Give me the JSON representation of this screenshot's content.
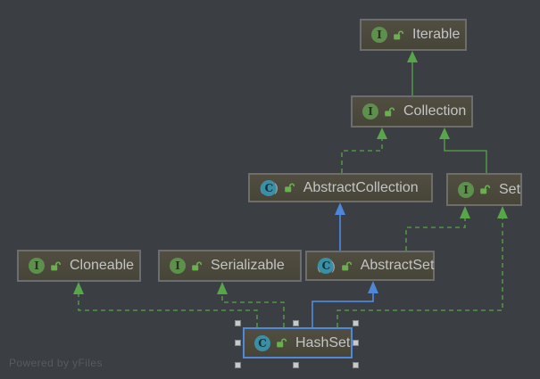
{
  "watermark": "Powered by yFiles",
  "colors": {
    "background": "#3b3e42",
    "node_fill": "#4c4a3e",
    "node_border": "#6d6d6d",
    "node_text": "#c2c4c6",
    "selection_border": "#4f8ada",
    "extends_green": "#57a64a",
    "extends_blue": "#4e86d8",
    "interface_icon_bg": "#5d8f4d",
    "class_icon_bg": "#3a8fa5",
    "watermark_text": "#565b5f"
  },
  "icons": {
    "interface_letter": "I",
    "class_letter": "C",
    "abstract_paren_left": "(",
    "abstract_paren_right": ")",
    "visibility": "public-open-lock"
  },
  "nodes": [
    {
      "id": "iterable",
      "label": "Iterable",
      "kind": "interface"
    },
    {
      "id": "collection",
      "label": "Collection",
      "kind": "interface"
    },
    {
      "id": "abstractcollection",
      "label": "AbstractCollection",
      "kind": "abstract-class"
    },
    {
      "id": "set",
      "label": "Set",
      "kind": "interface"
    },
    {
      "id": "cloneable",
      "label": "Cloneable",
      "kind": "interface"
    },
    {
      "id": "serializable",
      "label": "Serializable",
      "kind": "interface"
    },
    {
      "id": "abstractset",
      "label": "AbstractSet",
      "kind": "abstract-class"
    },
    {
      "id": "hashset",
      "label": "HashSet",
      "kind": "class",
      "selected": true
    }
  ],
  "edges": [
    {
      "from": "Collection",
      "to": "Iterable",
      "relation": "extends",
      "style": "solid-green"
    },
    {
      "from": "AbstractCollection",
      "to": "Collection",
      "relation": "implements",
      "style": "dashed-green"
    },
    {
      "from": "Set",
      "to": "Collection",
      "relation": "extends",
      "style": "solid-green"
    },
    {
      "from": "AbstractSet",
      "to": "AbstractCollection",
      "relation": "extends",
      "style": "solid-blue"
    },
    {
      "from": "AbstractSet",
      "to": "Set",
      "relation": "implements",
      "style": "dashed-green"
    },
    {
      "from": "HashSet",
      "to": "AbstractSet",
      "relation": "extends",
      "style": "solid-blue"
    },
    {
      "from": "HashSet",
      "to": "Set",
      "relation": "implements",
      "style": "dashed-green"
    },
    {
      "from": "HashSet",
      "to": "Cloneable",
      "relation": "implements",
      "style": "dashed-green"
    },
    {
      "from": "HashSet",
      "to": "Serializable",
      "relation": "implements",
      "style": "dashed-green"
    }
  ]
}
